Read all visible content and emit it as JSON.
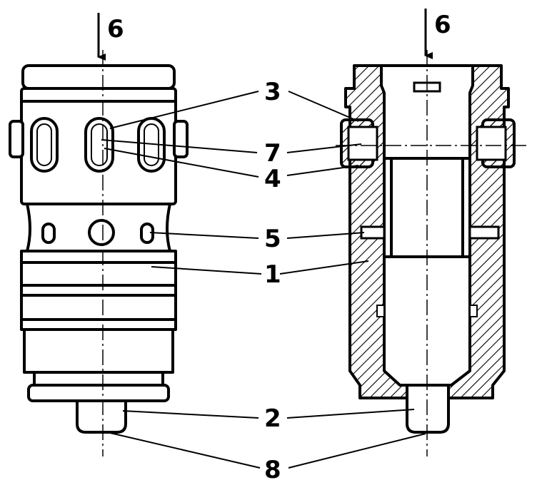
{
  "labels": {
    "flow_left": "6",
    "flow_right": "6",
    "l3": "3",
    "l7": "7",
    "l4": "4",
    "l5": "5",
    "l1": "1",
    "l2": "2",
    "l8": "8"
  }
}
